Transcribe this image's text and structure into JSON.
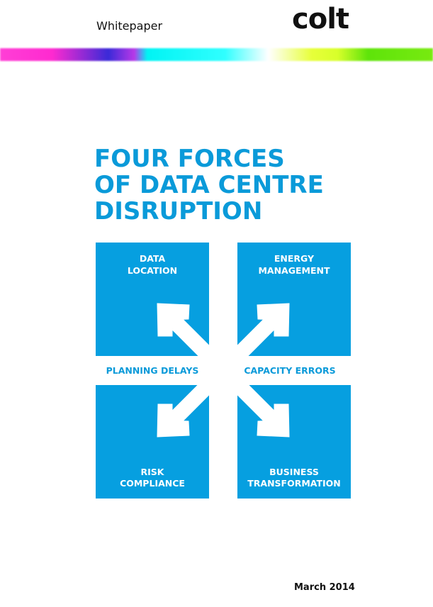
{
  "header": {
    "doc_type": "Whitepaper",
    "logo_text": "colt"
  },
  "title": {
    "lines": [
      "FOUR FORCES",
      "OF DATA CENTRE",
      "DISRUPTION"
    ]
  },
  "diagram": {
    "quadrants": [
      {
        "line1": "DATA",
        "line2": "LOCATION"
      },
      {
        "line1": "ENERGY",
        "line2": "MANAGEMENT"
      },
      {
        "line1": "RISK",
        "line2": "COMPLIANCE"
      },
      {
        "line1": "BUSINESS",
        "line2": "TRANSFORMATION"
      }
    ],
    "left_label": "PLANNING DELAYS",
    "right_label": "CAPACITY ERRORS"
  },
  "footer": {
    "date": "March 2014"
  },
  "colors": {
    "brand_blue": "#0a9ad9"
  }
}
